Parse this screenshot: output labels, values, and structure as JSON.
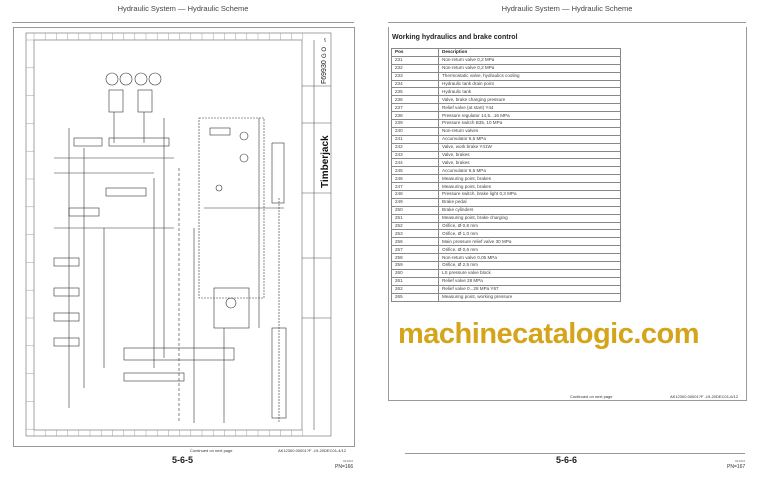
{
  "left_page": {
    "header": "Hydraulic System — Hydraulic Scheme",
    "schematic": {
      "brand": "Timberjack",
      "drawing_no": "F69930",
      "rev": "G O",
      "sheet": "2/5"
    },
    "continued": "Continued on next page",
    "code": "AK12300.00001?F  -19-20DEC01-4/12",
    "page_number": "5-6-5",
    "date": "021204",
    "pn": "PN=166"
  },
  "right_page": {
    "header": "Hydraulic System — Hydraulic Scheme",
    "section_title": "Working hydraulics and brake control",
    "table": {
      "headers": [
        "Pos",
        "Description"
      ],
      "rows": [
        [
          "231",
          "Non-return valve 0,2 MPa"
        ],
        [
          "232",
          "Non-return valve 0,2 MPa"
        ],
        [
          "233",
          "Thermostatic valve, hydraulics cooling"
        ],
        [
          "234",
          "Hydraulic tank drain point"
        ],
        [
          "235",
          "Hydraulic tank"
        ],
        [
          "236",
          "Valve, brake charging pressure"
        ],
        [
          "237",
          "Relief valve (at start) Y44"
        ],
        [
          "238",
          "Pressure regulator 14,5...16 MPa"
        ],
        [
          "239",
          "Pressure switch B35, 10 MPa"
        ],
        [
          "240",
          "Non-return valves"
        ],
        [
          "241",
          "Accumulator 6,5 MPa"
        ],
        [
          "242",
          "Valve, work brake Y41W"
        ],
        [
          "243",
          "Valve, brakes"
        ],
        [
          "244",
          "Valve, brakes"
        ],
        [
          "245",
          "Accumulator 6,5 MPa"
        ],
        [
          "246",
          "Measuring point, brakes"
        ],
        [
          "247",
          "Measuring point, brakes"
        ],
        [
          "248",
          "Pressure switch, brake light 0,3 MPa"
        ],
        [
          "249",
          "Brake pedal"
        ],
        [
          "250",
          "Brake cylinders"
        ],
        [
          "251",
          "Measuring point, brake charging"
        ],
        [
          "252",
          "Orifice, Ø 0,8 mm"
        ],
        [
          "253",
          "Orifice, Ø 1,0 mm"
        ],
        [
          "256",
          "Main pressure relief valve 30 MPa"
        ],
        [
          "257",
          "Orifice, Ø 0,6 mm"
        ],
        [
          "258",
          "Non-return valve 0,05 MPa"
        ],
        [
          "259",
          "Orifice, Ø 2,5 mm"
        ],
        [
          "260",
          "LS pressure valve block"
        ],
        [
          "261",
          "Relief valve 28 MPa"
        ],
        [
          "262",
          "Relief valve 0...28 MPa Y67"
        ],
        [
          "265",
          "Measuring point, working pressure"
        ]
      ]
    },
    "continued": "Continued on next page",
    "code": "AK12300.00001?F  -19-20DEC01-6/12",
    "page_number": "5-6-6",
    "date": "021204",
    "pn": "PN=167"
  },
  "watermark": "machinecatalogic.com"
}
